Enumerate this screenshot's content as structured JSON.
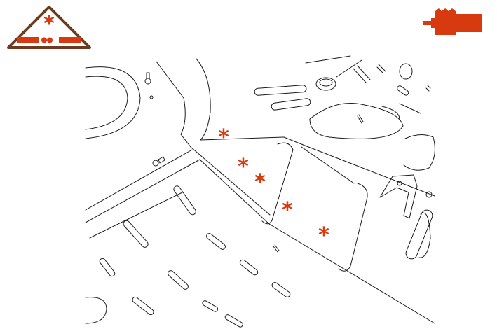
{
  "colors": {
    "accent": "#d83a10",
    "badge_border": "#6b3a1f",
    "line": "#1a1a1a",
    "background": "#ffffff"
  },
  "icons": {
    "top_left": "sealer-application-triangle-icon",
    "top_right": "brush-applicator-icon"
  },
  "marker_symbol": "*",
  "markers": [
    {
      "id": "a"
    },
    {
      "id": "b"
    },
    {
      "id": "c"
    },
    {
      "id": "d"
    },
    {
      "id": "e"
    }
  ]
}
